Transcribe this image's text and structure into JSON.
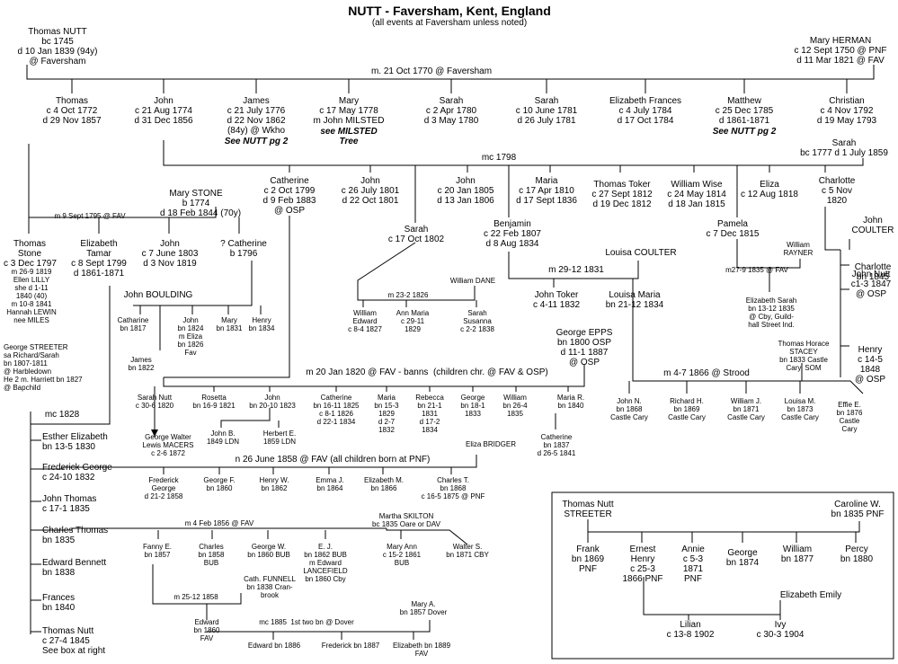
{
  "title": "NUTT - Faversham, Kent, England",
  "subtitle": "(all events at Faversham unless noted)",
  "root": {
    "husband": "Thomas NUTT\nbc 1745\nd 10 Jan 1839 (94y)\n@ Faversham",
    "wife": "Mary HERMAN\nc 12 Sept 1750 @ PNF\nd 11 Mar 1821 @ FAV",
    "marriage": "m. 21 Oct 1770 @ Faversham"
  },
  "gen1": [
    {
      "text": "Thomas\nc 4 Oct 1772\nd 29 Nov 1857"
    },
    {
      "text": "John\nc 21 Aug 1774\nd 31 Dec 1856"
    },
    {
      "text": "James\nc 21 July 1776\nd 22 Nov 1862\n(84y) @ Wkho",
      "ref": "See NUTT pg 2"
    },
    {
      "text": "Mary\nc 17 May 1778\nm John MILSTED",
      "ref": "see MILSTED\nTree"
    },
    {
      "text": "Sarah\nc 2 Apr 1780\nd 3 May 1780"
    },
    {
      "text": "Sarah\nc 10 June 1781\nd 26 July 1781"
    },
    {
      "text": "Elizabeth Frances\nc 4 July 1784\nd 17 Oct 1784"
    },
    {
      "text": "Matthew\nc 25 Dec 1785\nd 1861-1871",
      "ref": "See NUTT pg 2"
    },
    {
      "text": "Christian\nc 4 Nov 1792\nd 19 May 1793"
    }
  ],
  "john_family": {
    "wife": "Sarah\nbc 1777 d 1 July 1859",
    "marriage": "mc 1798",
    "children": [
      "Catherine\nc 2 Oct 1799\nd 9 Feb 1883\n@ OSP",
      "John\nc 26 July 1801\nd 22 Oct 1801",
      "John\nc 20 Jan 1805\nd 13 Jan 1806",
      "Maria\nc 17 Apr 1810\nd 17 Sept 1836",
      "Thomas Toker\nc 27 Sept 1812\nd 19 Dec 1812",
      "William Wise\nc 24 May 1814\nd 18 Jan 1815",
      "Eliza\nc 12 Aug 1818",
      "Charlotte\nc 5 Nov\n1820"
    ],
    "sarah2": "Sarah\nc 17 Oct 1802",
    "benjamin": "Benjamin\nc 22 Feb 1807\nd 8 Aug 1834",
    "pamela": "Pamela\nc 7 Dec 1815"
  },
  "thomas_family": {
    "wife": "Mary STONE\nb 1774\nd 18 Feb 1844 (70y)",
    "marriage": "m 9 Sept 1795 @ FAV",
    "children": [
      "Thomas\nStone\nc 3 Dec 1797",
      "Elizabeth\nTamar\nc 8 Sept 1799\nd 1861-1871",
      "John\nc 7 June 1803\nd 3 Nov 1819",
      "? Catherine\nb 1796"
    ],
    "thomas_notes": "m 26-9 1819\nEllen LILLY\nshe d 1-11\n1840 (40)\nm 10-8 1841\nHannah LEWIN\nnee MILES"
  },
  "bouldin": {
    "name": "John BOULDING",
    "children": [
      "Catharine\nbn 1817",
      "John\nbn 1824\nm Eliza\nbn 1826\nFav",
      "Mary\nbn 1831",
      "Henry\nbn 1834"
    ],
    "james": "James\nbn 1822"
  },
  "dane": {
    "name": "William DANE",
    "marriage": "m 23-2 1826",
    "children": [
      "William\nEdward\nc 8-4 1827",
      "Ann Maria\nc 29-11\n1829",
      "Sarah\nSusanna\nc 2-2 1838"
    ]
  },
  "coulter": {
    "louisa": "Louisa COULTER",
    "marriage": "m 29-12 1831",
    "john_toker": "John Toker\nc 4-11 1832",
    "louisa_maria": "Louisa Maria\nbn 21-12 1834",
    "john": "John\nCOULTER",
    "children": [
      "Charlotte\nbn 1845",
      "John Nutt\nc1-3 1847\n@ OSP",
      "Henry\nc 14-5\n1848\n@ OSP"
    ]
  },
  "rayner": {
    "name": "William\nRAYNER",
    "marriage": "m27-9 1835 @ FAV",
    "child": "Elizabeth Sarah\nbn 13-12 1835\n@ Cby, Guild-\nhall Street Ind."
  },
  "stacey": {
    "name": "Thomas Horace\nSTACEY\nbn 1833 Castle\nCary, SOM",
    "marriage": "m 4-7 1866 @ Strood",
    "children": [
      "John N.\nbn 1868\nCastle Cary",
      "Richard H.\nbn 1869\nCastle Cary",
      "William J.\nbn 1871\nCastle Cary",
      "Louisa M.\nbn 1873\nCastle Cary",
      "Effie E.\nbn 1876\nCastle\nCary"
    ]
  },
  "streeter": {
    "note": "George STREETER\nsa Richard/Sarah\nbn 1807-1811\n@ Harbledown\nHe 2 m. Harriett bn 1827\n@ Bapchild",
    "marriage": "mc 1828",
    "children": [
      "Esther Elizabeth\nbn 13-5 1830",
      "Frederick George\nc 24-10 1832",
      "John Thomas\nc 17-1 1835",
      "Charles Thomas\nbn 1835",
      "Edward Bennett\nbn 1838",
      "Frances\nbn 1840",
      "Thomas Nutt\nc 27-4 1845\nSee box at right"
    ]
  },
  "epps": {
    "name": "George EPPS\nbn 1800 OSP\nd 11-1 1887\n@ OSP",
    "marriage": "m 20 Jan 1820 @ FAV - banns  (children chr. @ FAV & OSP)",
    "children": [
      "Sarah Nutt\nc 30-6 1820",
      "Rosetta\nbn 16-9 1821",
      "John\nbn 20-10 1823",
      "Catherine\nbn 16-11 1825\nc 8-1 1826\nd 22-1 1834",
      "Maria\nbn 15-3\n1829\nd 2-7\n1832",
      "Rebecca\nbn 21-1\n1831\nd 17-2\n1834",
      "George\nbn 18-1\n1833",
      "William\nbn 26-4\n1835",
      "Maria R.\nbn 1840",
      "Catherine\nbn 1837\nd 26-5 1841"
    ],
    "john_kids": [
      "John B.\n1849 LDN",
      "Herbert E.\n1859 LDN"
    ],
    "macers": "George Walter\nLewis MACERS\nc 2-6 1872"
  },
  "frederick": {
    "marriage": "n 26 June 1858 @ FAV (all children born at PNF)",
    "wife": "Eliza BRIDGER",
    "children": [
      "Frederick\nGeorge\nd 21-2 1858",
      "George F.\nbn 1860",
      "Henry W.\nbn 1862",
      "Emma J.\nbn 1864",
      "Elizabeth M.\nbn 1866",
      "Charles T.\nbn 1868\nc 16-5 1875 @ PNF"
    ]
  },
  "charles": {
    "marriage": "m 4 Feb 1856 @ FAV",
    "wife": "Martha SKILTON\nbc 1835 Oare or DAV",
    "children": [
      "Fanny E.\nbn 1857",
      "Charles\nbn 1858\nBUB",
      "George W.\nbn 1860 BUB",
      "E. J.\nbn 1862 BUB\nm Edward\nLANCEFIELD\nbn 1860 Cby",
      "Mary Ann\nc 15-2 1861\nBUB",
      "Walter S.\nbn 1871 CBY"
    ]
  },
  "edward": {
    "wife": "Cath. FUNNELL\nbn 1838 Cran-\nbrook",
    "marriage": "m 25-12 1858",
    "son": "Edward\nbn 1860\nFAV",
    "son_marriage": "mc 1885  1st two bn @ Dover",
    "son_wife": "Mary A.\nbn 1857 Dover",
    "grandkids": [
      "Edward bn 1886",
      "Frederick bn 1887",
      "Elizabeth bn 1889\nFAV"
    ]
  },
  "box": {
    "husband": "Thomas Nutt\nSTREETER",
    "wife": "Caroline W.\nbn 1835 PNF",
    "children": [
      "Frank\nbn 1869\nPNF",
      "Ernest\nHenry\nc 25-3\n1866 PNF",
      "Annie\nc 5-3\n1871\nPNF",
      "George\nbn 1874",
      "William\nbn 1877",
      "Percy\nbn 1880"
    ],
    "elizabeth": "Elizabeth Emily",
    "grandkids": [
      "Lilian\nc 13-8 1902",
      "Ivy\nc 30-3 1904"
    ]
  }
}
